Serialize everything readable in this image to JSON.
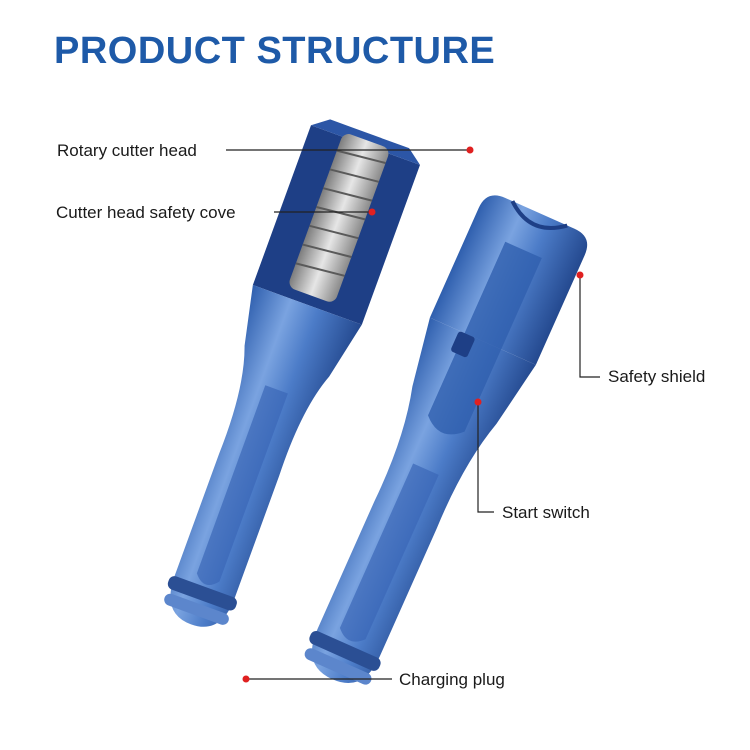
{
  "title": "PRODUCT STRUCTURE",
  "labels": {
    "rotary_cutter_head": "Rotary cutter head",
    "cutter_head_safety_cover": "Cutter head safety cove",
    "safety_shield": "Safety shield",
    "start_switch": "Start switch",
    "charging_plug": "Charging plug"
  },
  "colors": {
    "title": "#1e5aa8",
    "device_body": "#4a78c4",
    "device_dark": "#1e3f86",
    "callout_dot": "#e02020",
    "leader_line": "#222222"
  }
}
